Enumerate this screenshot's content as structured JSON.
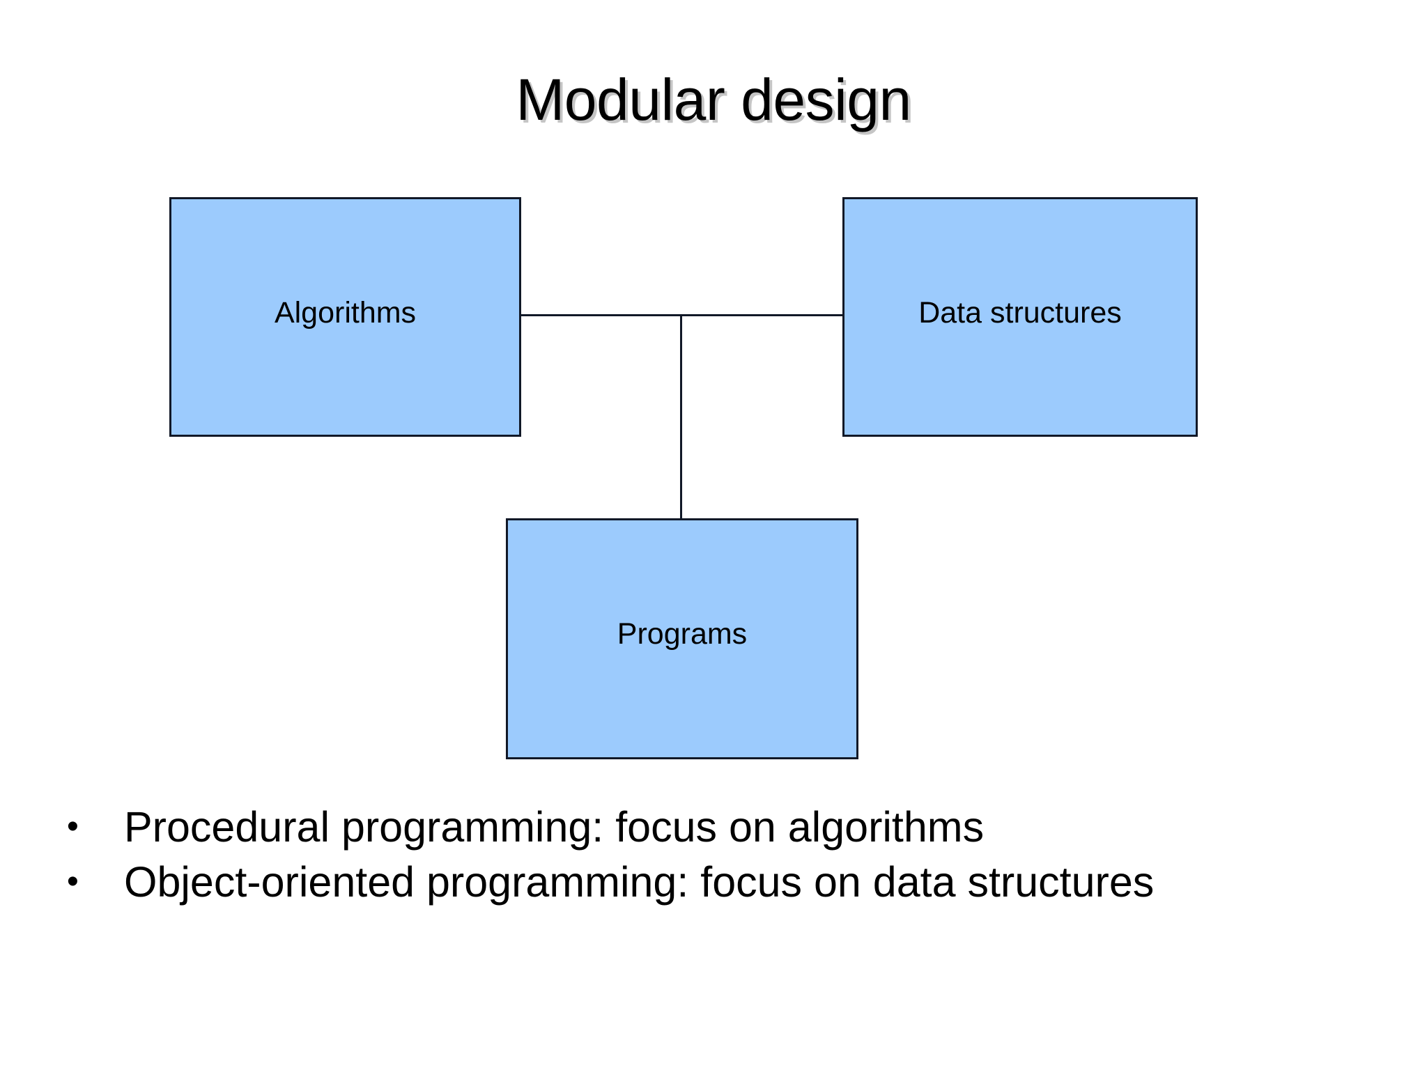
{
  "slide": {
    "title": "Modular design",
    "background_color": "#ffffff",
    "title_color": "#000000",
    "title_shadow_color": "#969696"
  },
  "diagram": {
    "type": "node-link",
    "node_fill_color": "#9CCBFD",
    "node_border_color": "#111827",
    "connector_color": "#111827",
    "nodes": [
      {
        "id": "algorithms",
        "label": "Algorithms"
      },
      {
        "id": "data-structures",
        "label": "Data structures"
      },
      {
        "id": "programs",
        "label": "Programs"
      }
    ],
    "edges": [
      {
        "from": "algorithms",
        "to": "data-structures"
      },
      {
        "from": "data-structures",
        "to": "programs"
      },
      {
        "from": "algorithms",
        "to": "programs"
      }
    ]
  },
  "bullets": {
    "marker": "•",
    "items": [
      {
        "text": "Procedural programming: focus on algorithms"
      },
      {
        "text": "Object-oriented programming: focus on data structures"
      }
    ]
  }
}
